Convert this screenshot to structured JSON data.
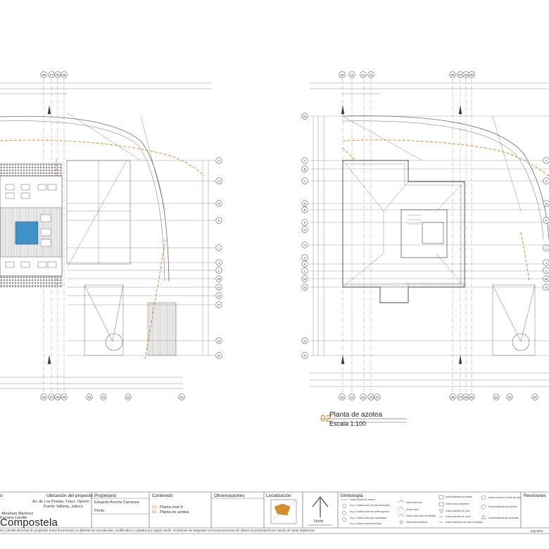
{
  "drawing_2": {
    "number": "02",
    "title": "Planta de azotea",
    "scale": "Escala 1:100"
  },
  "grid_axes": {
    "left_top": [
      "08",
      "07",
      "06",
      "05"
    ],
    "left_bottom": [
      "08",
      "07",
      "06",
      "05",
      "04",
      "03",
      "02",
      "01"
    ],
    "right_top": [
      "15",
      "14",
      "12",
      "11",
      "08",
      "07",
      "06",
      "05"
    ],
    "right_bottom": [
      "15",
      "13",
      "12",
      "10",
      "07",
      "08",
      "07",
      "06",
      "05",
      "04",
      "03",
      "02"
    ],
    "left_rows": [
      "A",
      "C",
      "D",
      "F",
      "I",
      "J",
      "L",
      "M",
      "N",
      "O",
      "P",
      "Q",
      "R"
    ],
    "right_rows_left": [
      "01",
      "A",
      "B",
      "C",
      "D",
      "E",
      "F",
      "G",
      "H",
      "J",
      "K",
      "L",
      "M",
      "N",
      "Q",
      "R"
    ],
    "right_rows_right": [
      "A",
      "C",
      "D",
      "F",
      "I",
      "J",
      "L",
      "M",
      "N"
    ]
  },
  "title_block": {
    "project_label": "o",
    "location_label": "Ubicación del proyecto",
    "address_1": "Av. de Los Poetas, Fracc. Oporto",
    "address_2": "Puerto Vallarta, Jalisco",
    "people_1": "Abraham Martínez",
    "people_2": "Ferreira Carrillo",
    "project_name": "Compostela",
    "owner_label": "Propietario",
    "owner_name": "Eduardo Arocha Carranza",
    "expert_label": "Perito",
    "content_label": "Contenido",
    "content_items": [
      {
        "num": "01",
        "text": "Planta nivel 5"
      },
      {
        "num": "02",
        "text": "Planta de azotea"
      }
    ],
    "observations_label": "Observaciones",
    "localization_label": "Localización",
    "north_label": "Norte",
    "symbology_label": "Simbología",
    "symbology_items": [
      "Indica cotas en metros",
      "N.p.t. Indica nivel de piso terminado",
      "N.p.s. Indica nivel de pretil superior",
      "N.p.t. Indica nivel piso terminado",
      "N.p.l. Indica nivel lecho bajo",
      "Indica sección",
      "Indica nivel",
      "Indica nivel piso terminado",
      "Indica cierramiento",
      "Indica llamada a detalle",
      "Indica inicio despiece",
      "Indica cambio de piso",
      "Indica cambio de nivel",
      "Indica cambios de nivel en plafón",
      "Indica número o letra de ejes",
      "Nomenclatura de puertas",
      "Nomenclatura de ventanas"
    ],
    "revisions_label": "Revisiones",
    "legal": "tor y demás derechos de propiedad. Estos documentos no deberán ser reproducidos, modificados o copiados por ningún medio. Ni deberán ser asignados a terceras personas sin obtener la autorización por escrito de Agraz arquitectos.",
    "team_label": "EQUIPO"
  },
  "colors": {
    "ink": "#6a6a6a",
    "dark": "#333333",
    "orange": "#d98a2b",
    "pool": "#3f91c8",
    "hatch": "#9aa0a6"
  }
}
